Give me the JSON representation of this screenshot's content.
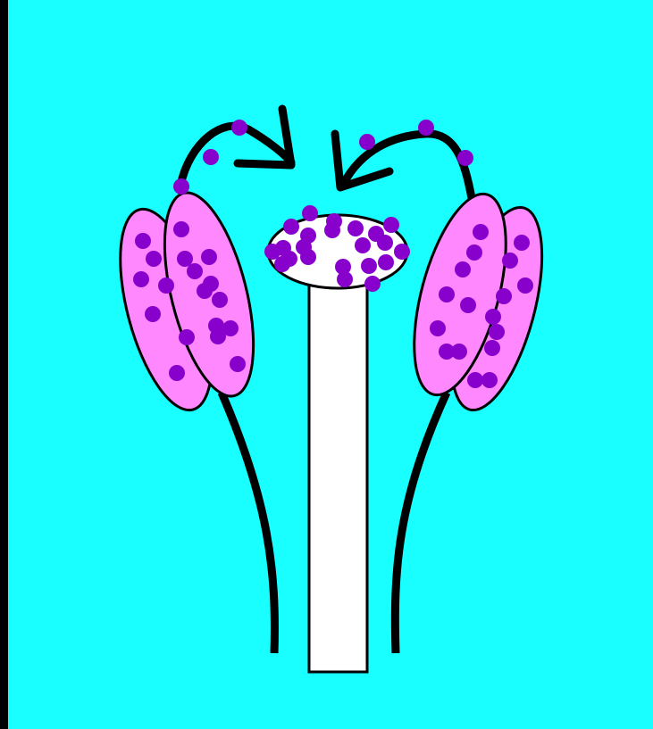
{
  "diagram": {
    "colors": {
      "background": "#19ffff",
      "left_edge": "#000000",
      "anther": "#ff88ff",
      "pollen": "#8800cc",
      "stigma": "#ffffff",
      "style": "#ffffff",
      "outline": "#000000"
    },
    "parts": [
      "anther",
      "filament",
      "stigma",
      "style",
      "pollen-grain",
      "pollen-transfer-arrow"
    ]
  }
}
